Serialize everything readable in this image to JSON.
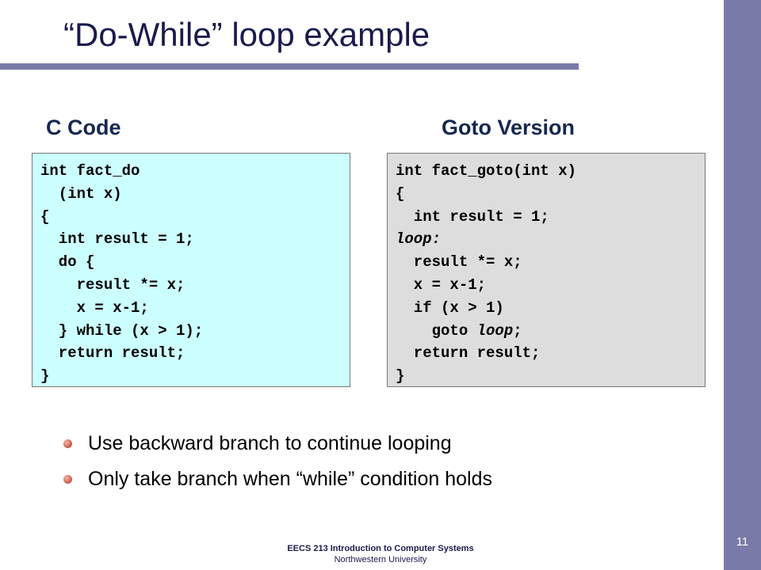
{
  "slide": {
    "title": "“Do-While” loop example",
    "number": "11"
  },
  "c_code": {
    "heading": "C Code",
    "lines": [
      "int fact_do",
      "  (int x)",
      "{",
      "  int result = 1;",
      "  do {",
      "    result *= x;",
      "    x = x-1;",
      "  } while (x > 1);",
      "  return result;",
      "}"
    ]
  },
  "goto_code": {
    "heading": "Goto Version",
    "lines": [
      "int fact_goto(int x)",
      "{",
      "  int result = 1;",
      "loop:",
      "  result *= x;",
      "  x = x-1;",
      "  if (x > 1)",
      "    goto loop;",
      "  return result;",
      "}"
    ]
  },
  "bullets": [
    "Use backward branch to continue looping",
    "Only take branch when “while” condition holds"
  ],
  "footer": {
    "course": "EECS 213 Introduction to Computer Systems",
    "university": "Northwestern University"
  },
  "colors": {
    "sidebar": "#7a7aa8",
    "c_box_bg": "#ccffff",
    "goto_box_bg": "#dddddd",
    "title_text": "#1a1a4e",
    "bullet": "#d26a55"
  }
}
